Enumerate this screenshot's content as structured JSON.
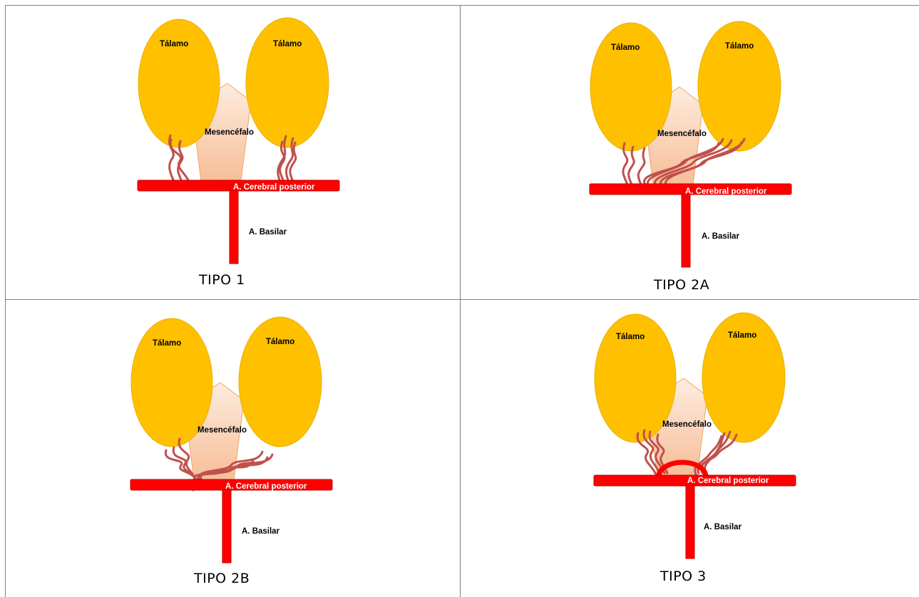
{
  "panels": [
    {
      "id": "tipo1",
      "title": "TIPO 1",
      "thalamus_left": "Tálamo",
      "thalamus_right": "Tálamo",
      "midbrain": "Mesencéfalo",
      "artery_pca": "A. Cerebral posterior",
      "artery_basilar": "A. Basilar",
      "pattern": "direct-perforators"
    },
    {
      "id": "tipo2a",
      "title": "TIPO 2A",
      "thalamus_left": "Tálamo",
      "thalamus_right": "Tálamo",
      "midbrain": "Mesencéfalo",
      "artery_pca": "A. Cerebral posterior",
      "artery_basilar": "A. Basilar",
      "pattern": "unilateral-crossing"
    },
    {
      "id": "tipo2b",
      "title": "TIPO 2B",
      "thalamus_left": "Tálamo",
      "thalamus_right": "Tálamo",
      "midbrain": "Mesencéfalo",
      "artery_pca": "A. Cerebral posterior",
      "artery_basilar": "A. Basilar",
      "pattern": "single-trunk-bilateral"
    },
    {
      "id": "tipo3",
      "title": "TIPO 3",
      "thalamus_left": "Tálamo",
      "thalamus_right": "Tálamo",
      "midbrain": "Mesencéfalo",
      "artery_pca": "A. Cerebral posterior",
      "artery_basilar": "A. Basilar",
      "pattern": "arcade"
    }
  ],
  "colors": {
    "thalamus": "#FFC000",
    "thalamus_stroke": "#E8B000",
    "midbrain_light": "#FDE9D9",
    "midbrain_dark": "#F8C29E",
    "midbrain_stroke": "#F4A460",
    "artery": "#FF0000",
    "artery_stroke": "#C00000",
    "perforator": "#C0504D",
    "grid": "#7F7F7F"
  }
}
